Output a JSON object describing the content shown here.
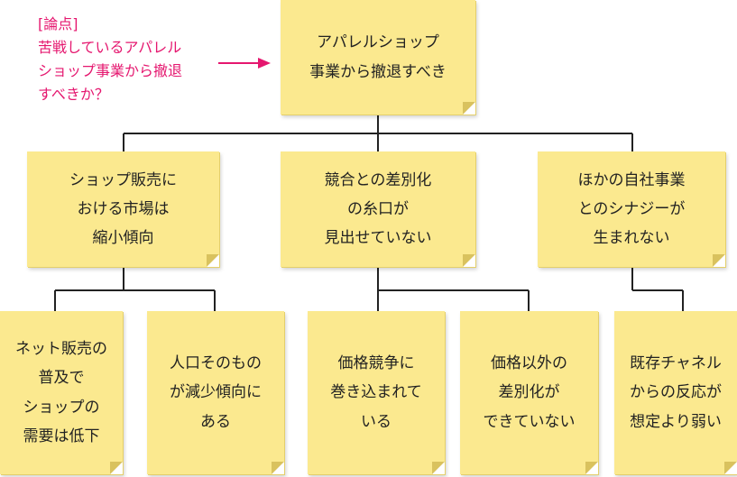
{
  "issue": {
    "lines": [
      "[論点]",
      "苦戦しているアパレル",
      "ショップ事業から撤退",
      "すべきか？"
    ]
  },
  "root": {
    "lines": [
      "アパレルショップ",
      "事業から撤退すべき"
    ]
  },
  "branches": [
    {
      "lines": [
        "ショップ販売に",
        "おける市場は",
        "縮小傾向"
      ],
      "children": [
        {
          "lines": [
            "ネット販売の",
            "普及で",
            "ショップの",
            "需要は低下"
          ]
        },
        {
          "lines": [
            "人口そのもの",
            "が減少傾向に",
            "ある"
          ]
        }
      ]
    },
    {
      "lines": [
        "競合との差別化",
        "の糸口が",
        "見出せていない"
      ],
      "children": [
        {
          "lines": [
            "価格競争に",
            "巻き込まれて",
            "いる"
          ]
        },
        {
          "lines": [
            "価格以外の",
            "差別化が",
            "できていない"
          ]
        }
      ]
    },
    {
      "lines": [
        "ほかの自社事業",
        "とのシナジーが",
        "生まれない"
      ],
      "children": [
        {
          "lines": [
            "既存チャネル",
            "からの反応が",
            "想定より弱い"
          ]
        }
      ]
    }
  ],
  "colors": {
    "note": "#fbe98f",
    "connector": "#222222",
    "issue_text": "#e5176f",
    "arrow": "#e5176f"
  }
}
